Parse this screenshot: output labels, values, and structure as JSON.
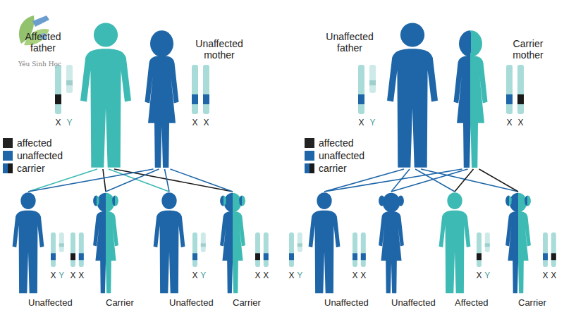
{
  "diagram": {
    "nodes": [
      {
        "text": [
          "Affected father"
        ]
      },
      {
        "text": [
          "Unaffected mother"
        ]
      },
      {
        "text": [
          "Unaffected father"
        ]
      },
      {
        "text": [
          "Carrier mother"
        ]
      },
      {
        "text": [
          "Unaffected"
        ]
      },
      {
        "text": [
          "Carrier"
        ]
      },
      {
        "text": [
          "Unaffected"
        ]
      },
      {
        "text": [
          "Carrier"
        ]
      },
      {
        "text": [
          "Unaffected"
        ]
      },
      {
        "text": [
          "Unaffected"
        ]
      },
      {
        "text": [
          "Affected"
        ]
      },
      {
        "text": [
          "Carrier"
        ]
      }
    ],
    "edges": [
      {
        "from": 0,
        "to": 4,
        "arrow": "none"
      },
      {
        "from": 0,
        "to": 5,
        "arrow": "none"
      },
      {
        "from": 0,
        "to": 6,
        "arrow": "none"
      },
      {
        "from": 0,
        "to": 7,
        "arrow": "none"
      },
      {
        "from": 1,
        "to": 4,
        "arrow": "none"
      },
      {
        "from": 1,
        "to": 5,
        "arrow": "none"
      },
      {
        "from": 1,
        "to": 6,
        "arrow": "none"
      },
      {
        "from": 1,
        "to": 7,
        "arrow": "none"
      },
      {
        "from": 2,
        "to": 8,
        "arrow": "none"
      },
      {
        "from": 2,
        "to": 9,
        "arrow": "none"
      },
      {
        "from": 2,
        "to": 10,
        "arrow": "none"
      },
      {
        "from": 2,
        "to": 11,
        "arrow": "none"
      },
      {
        "from": 3,
        "to": 8,
        "arrow": "none"
      },
      {
        "from": 3,
        "to": 9,
        "arrow": "none"
      },
      {
        "from": 3,
        "to": 10,
        "arrow": "none"
      },
      {
        "from": 3,
        "to": 11,
        "arrow": "none"
      }
    ],
    "labels": [
      "Yêu Sinh Học",
      "X",
      "Y",
      "X",
      "X",
      "X",
      "Y",
      "X",
      "X",
      "X",
      "Y",
      "X",
      "X",
      "X",
      "Y",
      "X",
      "X",
      "X",
      "Y",
      "X",
      "X",
      "X",
      "Y",
      "X",
      "X"
    ],
    "legend": [
      {
        "text": "affected",
        "color": "#222222"
      },
      {
        "text": "unaffected",
        "color": "#1e66a8"
      },
      {
        "text": "carrier"
      },
      {
        "text": "affected",
        "color": "#222222"
      },
      {
        "text": "unaffected",
        "color": "#1e66a8"
      },
      {
        "text": "carrier"
      }
    ]
  }
}
